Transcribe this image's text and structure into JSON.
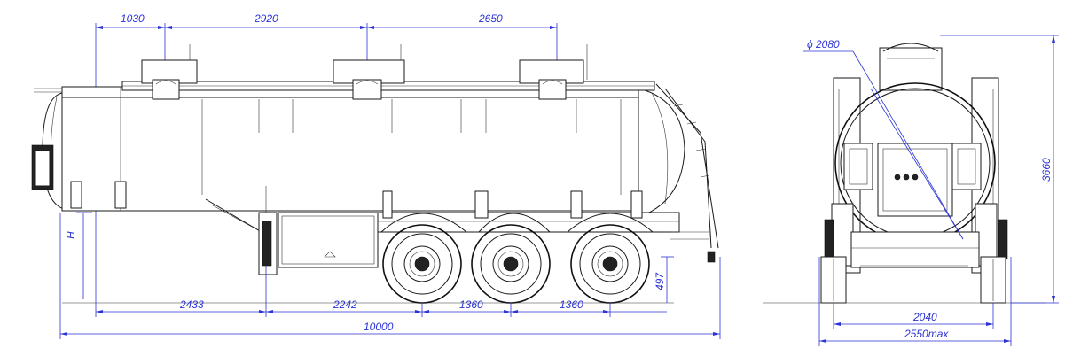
{
  "side_view": {
    "top_dimensions": [
      "1030",
      "2920",
      "2650"
    ],
    "bottom_dimensions": [
      "2433",
      "2242",
      "1360",
      "1360"
    ],
    "overall_length": "10000",
    "height_label": "H",
    "ground_clearance": "497"
  },
  "rear_view": {
    "diameter": "ϕ 2080",
    "height": "3660",
    "track": "2040",
    "width": "2550max"
  },
  "colors": {
    "dimension": "#2b33d6",
    "line": "#1a1a1a"
  }
}
